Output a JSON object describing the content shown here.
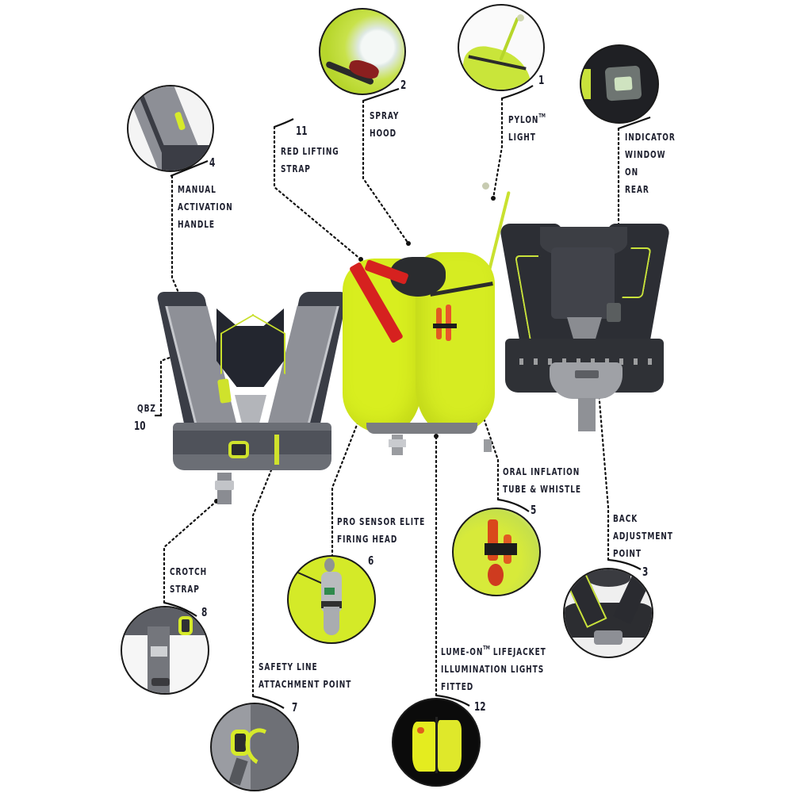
{
  "figure": {
    "description": "Lifejacket feature callout infographic",
    "colors": {
      "ink": "#1d1f2e",
      "accent_yellow": "#d6ec22",
      "vest_grey": "#8e9097",
      "vest_dark": "#2c2e34",
      "red_strap": "#d6211f",
      "orange_tube": "#e15a22"
    },
    "views": [
      {
        "id": "front",
        "name": "Front view (deflated)"
      },
      {
        "id": "inflated",
        "name": "Inflated view"
      },
      {
        "id": "back",
        "name": "Rear view"
      }
    ]
  },
  "callouts": [
    {
      "num": "1",
      "lines": [
        "PYLON",
        "LIGHT"
      ],
      "tm": true,
      "tm_after_line": 0,
      "icon": "pylon-light"
    },
    {
      "num": "2",
      "lines": [
        "SPRAY",
        "HOOD"
      ],
      "icon": "spray-hood"
    },
    {
      "num": "3",
      "lines": [
        "BACK",
        "ADJUSTMENT",
        "POINT"
      ],
      "icon": "back-adjustment"
    },
    {
      "num": "4",
      "lines": [
        "MANUAL",
        "ACTIVATION",
        "HANDLE"
      ],
      "icon": "manual-handle"
    },
    {
      "num": "5",
      "lines": [
        "ORAL INFLATION",
        "TUBE & WHISTLE"
      ],
      "icon": "oral-tube-whistle"
    },
    {
      "num": "6",
      "lines": [
        "PRO SENSOR ELITE",
        "FIRING HEAD"
      ],
      "icon": "firing-head"
    },
    {
      "num": "7",
      "lines": [
        "SAFETY LINE",
        "ATTACHMENT POINT"
      ],
      "icon": "safety-line"
    },
    {
      "num": "8",
      "lines": [
        "CROTCH",
        "STRAP"
      ],
      "icon": "crotch-strap"
    },
    {
      "num": "10",
      "lines": [
        "QBZ"
      ],
      "icon": "qbz"
    },
    {
      "num": "11",
      "lines": [
        "RED LIFTING",
        "STRAP"
      ],
      "icon": "lifting-strap"
    },
    {
      "num": "12",
      "lines": [
        "LUME-ON",
        "ILLUMINATION LIGHTS",
        "FITTED"
      ],
      "line0_suffix": " LIFEJACKET",
      "tm": true,
      "icon": "lume-on"
    },
    {
      "num": "",
      "lines": [
        "INDICATOR",
        "WINDOW",
        "ON",
        "REAR"
      ],
      "icon": "indicator-window"
    }
  ],
  "labels": {
    "pylon": {
      "l1": "PYLON",
      "tm": "TM",
      "l2": "LIGHT",
      "num": "1"
    },
    "spray": {
      "l1": "SPRAY",
      "l2": "HOOD",
      "num": "2"
    },
    "back": {
      "l1": "BACK",
      "l2": "ADJUSTMENT",
      "l3": "POINT",
      "num": "3"
    },
    "manual": {
      "l1": "MANUAL",
      "l2": "ACTIVATION",
      "l3": "HANDLE",
      "num": "4"
    },
    "oral": {
      "l1": "ORAL INFLATION",
      "l2": "TUBE & WHISTLE",
      "num": "5"
    },
    "firing": {
      "l1": "PRO SENSOR ELITE",
      "l2": "FIRING HEAD",
      "num": "6"
    },
    "safety": {
      "l1": "SAFETY LINE",
      "l2": "ATTACHMENT POINT",
      "num": "7"
    },
    "crotch": {
      "l1": "CROTCH",
      "l2": "STRAP",
      "num": "8"
    },
    "qbz": {
      "l1": "QBZ",
      "num": "10"
    },
    "lifting": {
      "l1": "RED LIFTING",
      "l2": "STRAP",
      "num": "11"
    },
    "lume": {
      "l1a": "LUME-ON",
      "tm": "TM",
      "l1b": " LIFEJACKET",
      "l2": "ILLUMINATION LIGHTS",
      "l3": "FITTED",
      "num": "12"
    },
    "indicator": {
      "l1": "INDICATOR",
      "l2": "WINDOW",
      "l3": "ON",
      "l4": "REAR"
    }
  }
}
